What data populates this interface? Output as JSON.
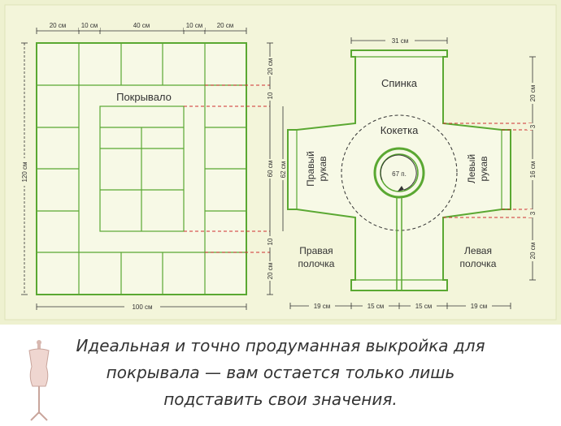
{
  "left_panel": {
    "top_dims": [
      "20 см",
      "10 см",
      "40 см",
      "10 см",
      "20 см"
    ],
    "left_dim": "120 см",
    "right_dims": [
      "20 см",
      "10",
      "60 см",
      "10",
      "20 см"
    ],
    "right_outer_dim": "62 см",
    "bottom_dim": "100 см",
    "center_label": "Покрывало"
  },
  "right_panel": {
    "top_dim": "31 см",
    "right_dims": [
      "20 см",
      "3",
      "16 см",
      "3",
      "20 см"
    ],
    "bottom_dims": [
      "19 см",
      "15 см",
      "15 см",
      "19 см"
    ],
    "back_label": "Спинка",
    "yoke_label": "Кокетка",
    "neck_label": "67 п.",
    "right_sleeve": [
      "Правый",
      "рукав"
    ],
    "left_sleeve": [
      "Левый",
      "рукав"
    ],
    "right_front": [
      "Правая",
      "полочка"
    ],
    "left_front": [
      "Левая",
      "полочка"
    ]
  },
  "caption": [
    "Идеальная и точно продуманная выкройка для",
    "покрывала — вам остается только лишь",
    "подставить свои значения."
  ],
  "colors": {
    "background": "#eef1d0",
    "green": "#5aa832",
    "red": "#cf3030",
    "text": "#333333"
  }
}
